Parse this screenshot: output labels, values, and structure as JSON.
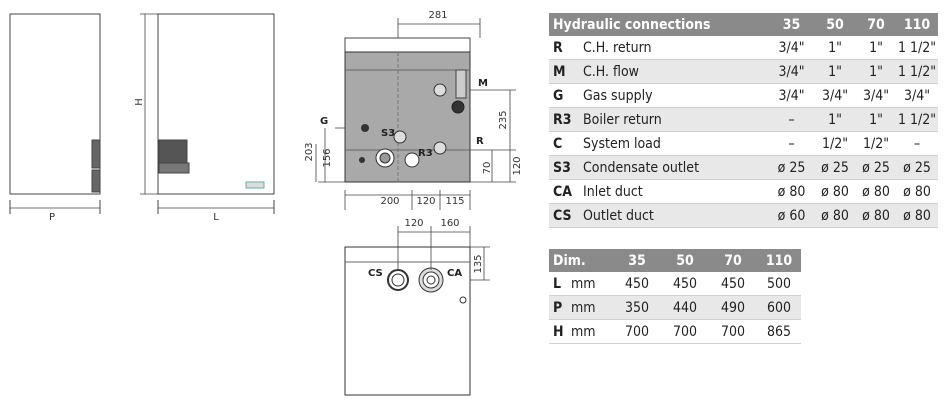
{
  "drawing": {
    "front_view": {
      "width_label": "P",
      "height_label": "H"
    },
    "side_view": {
      "width_label": "L"
    },
    "rear_view": {
      "top_dim": "281",
      "right_dim_top": "235",
      "right_dim_bottom": "120",
      "right_dim_low": "70",
      "left_dim_outer": "203",
      "left_dim_inner": "156",
      "bottom_dims": [
        "200",
        "120",
        "115"
      ],
      "labels": [
        "M",
        "G",
        "S3",
        "R3",
        "R"
      ]
    },
    "top_view": {
      "top_dims": [
        "120",
        "160"
      ],
      "right_dim": "135",
      "labels": [
        "CS",
        "CA"
      ]
    }
  },
  "hydraulic_table": {
    "title": "Hydraulic connections",
    "columns": [
      "35",
      "50",
      "70",
      "110"
    ],
    "rows": [
      {
        "code": "R",
        "name": "C.H. return",
        "values": [
          "3/4\"",
          "1\"",
          "1\"",
          "1 1/2\""
        ]
      },
      {
        "code": "M",
        "name": "C.H. flow",
        "values": [
          "3/4\"",
          "1\"",
          "1\"",
          "1 1/2\""
        ]
      },
      {
        "code": "G",
        "name": "Gas supply",
        "values": [
          "3/4\"",
          "3/4\"",
          "3/4\"",
          "3/4\""
        ]
      },
      {
        "code": "R3",
        "name": "Boiler return",
        "values": [
          "–",
          "1\"",
          "1\"",
          "1 1/2\""
        ]
      },
      {
        "code": "C",
        "name": "System load",
        "values": [
          "–",
          "1/2\"",
          "1/2\"",
          "–"
        ]
      },
      {
        "code": "S3",
        "name": "Condensate outlet",
        "values": [
          "ø 25",
          "ø 25",
          "ø 25",
          "ø 25"
        ]
      },
      {
        "code": "CA",
        "name": "Inlet duct",
        "values": [
          "ø 80",
          "ø 80",
          "ø 80",
          "ø 80"
        ]
      },
      {
        "code": "CS",
        "name": "Outlet duct",
        "values": [
          "ø 60",
          "ø 80",
          "ø 80",
          "ø 80"
        ]
      }
    ]
  },
  "dimension_table": {
    "title": "Dim.",
    "columns": [
      "35",
      "50",
      "70",
      "110"
    ],
    "rows": [
      {
        "code": "L",
        "unit": "mm",
        "values": [
          "450",
          "450",
          "450",
          "500"
        ]
      },
      {
        "code": "P",
        "unit": "mm",
        "values": [
          "350",
          "440",
          "490",
          "600"
        ]
      },
      {
        "code": "H",
        "unit": "mm",
        "values": [
          "700",
          "700",
          "700",
          "865"
        ]
      }
    ]
  }
}
